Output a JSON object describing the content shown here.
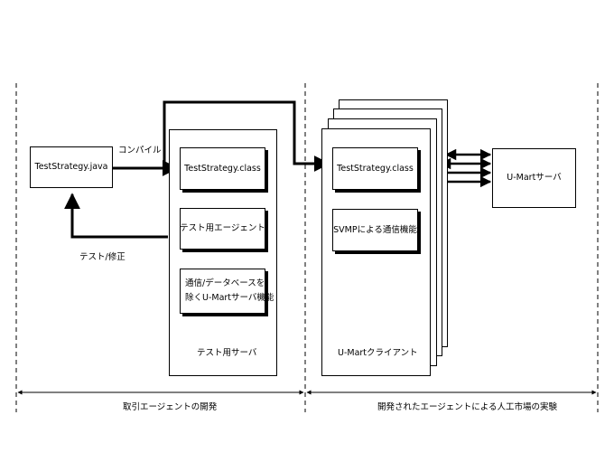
{
  "compile_label": "コンパイル",
  "source_file": "TestStrategy.java",
  "test_fix_label": "テスト/修正",
  "test_server": {
    "class_file": "TestStrategy.class",
    "agent_label": "テスト用エージェント",
    "function_line1": "通信/データベースを",
    "function_line2": "除くU-Martサーバ機能",
    "title": "テスト用サーバ"
  },
  "client": {
    "class_file": "TestStrategy.class",
    "svmp_label": "SVMPによる通信機能",
    "title": "U-Martクライアント"
  },
  "umart_server": "U-Martサーバ",
  "phases": {
    "left": "取引エージェントの開発",
    "right": "開発されたエージェントによる人工市場の実験"
  }
}
